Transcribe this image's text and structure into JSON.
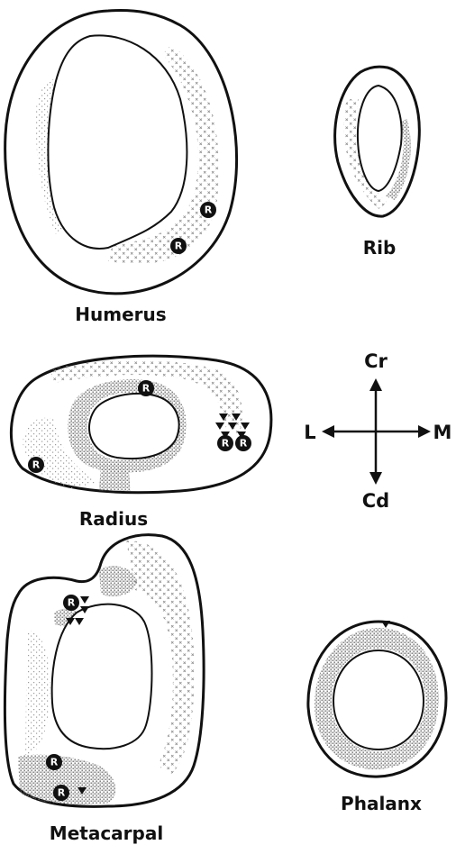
{
  "bones": {
    "humerus": {
      "label": "Humerus"
    },
    "rib": {
      "label": "Rib"
    },
    "radius": {
      "label": "Radius"
    },
    "metacarpal": {
      "label": "Metacarpal"
    },
    "phalanx": {
      "label": "Phalanx"
    }
  },
  "marker_letter": "R",
  "orientation": {
    "cr": "Cr",
    "cd": "Cd",
    "l": "L",
    "m": "M"
  }
}
